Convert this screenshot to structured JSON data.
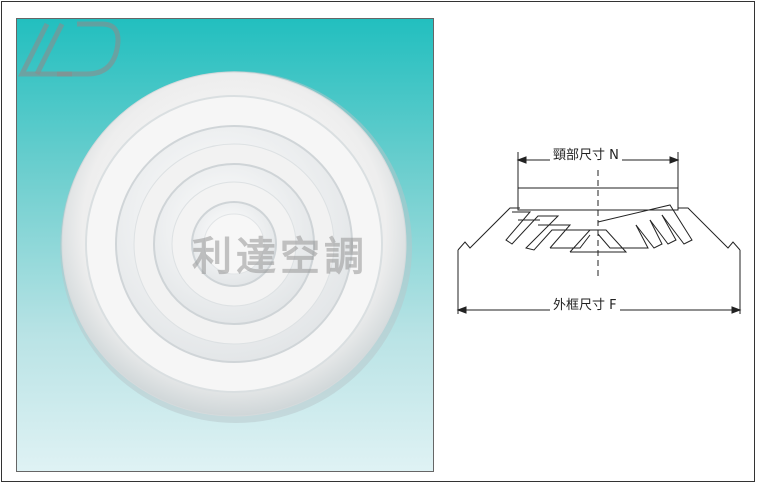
{
  "watermark": {
    "brand_text": "利達空調",
    "logo_icon": "ld-logo-icon"
  },
  "drawing": {
    "neck_dimension_label": "頸部尺寸 N",
    "frame_dimension_label": "外框尺寸 F"
  },
  "colors": {
    "photo_bg_top": "#22bfbf",
    "photo_bg_bottom": "#dff2f4",
    "diffuser_white": "#f4f4f4",
    "line": "#222222"
  }
}
